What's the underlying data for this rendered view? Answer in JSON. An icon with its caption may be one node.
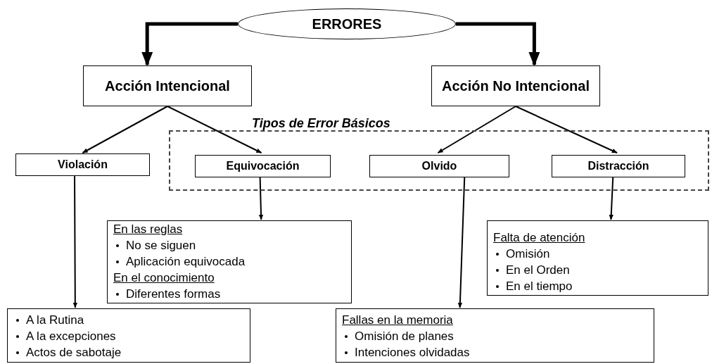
{
  "diagram": {
    "nodes": [
      {
        "text": [
          "ERRORES"
        ]
      },
      {
        "text": [
          "Acción Intencional"
        ]
      },
      {
        "text": [
          "Acción No Intencional"
        ]
      },
      {
        "text": [
          "Tipos de Error Básicos"
        ]
      },
      {
        "text": [
          "Violación"
        ]
      },
      {
        "text": [
          "Equivocación"
        ],
        "in": 3
      },
      {
        "text": [
          "Olvido"
        ],
        "in": 3
      },
      {
        "text": [
          "Distracción"
        ],
        "in": 3
      },
      {
        "text": [
          "En las reglas",
          "No se siguen",
          "Aplicación equivocada",
          "En el conocimiento",
          "Diferentes formas"
        ]
      },
      {
        "text": [
          "Falta de atención",
          "Omisión",
          "En el Orden",
          "En el tiempo"
        ]
      },
      {
        "text": [
          "A la Rutina",
          "A la excepciones",
          "Actos de sabotaje"
        ]
      },
      {
        "text": [
          "Fallas en la memoria",
          "Omisión de planes",
          "Intenciones olvidadas"
        ]
      }
    ],
    "edges": [
      {
        "from": 0,
        "to": 1,
        "arrow": "to",
        "style": "thick"
      },
      {
        "from": 0,
        "to": 2,
        "arrow": "to",
        "style": "thick"
      },
      {
        "from": 1,
        "to": 4,
        "arrow": "to"
      },
      {
        "from": 1,
        "to": 5,
        "arrow": "to"
      },
      {
        "from": 2,
        "to": 6,
        "arrow": "to"
      },
      {
        "from": 2,
        "to": 7,
        "arrow": "to"
      },
      {
        "from": 4,
        "to": 10,
        "arrow": "to"
      },
      {
        "from": 5,
        "to": 8,
        "arrow": "to"
      },
      {
        "from": 6,
        "to": 11,
        "arrow": "to"
      },
      {
        "from": 7,
        "to": 9,
        "arrow": "to"
      }
    ]
  }
}
